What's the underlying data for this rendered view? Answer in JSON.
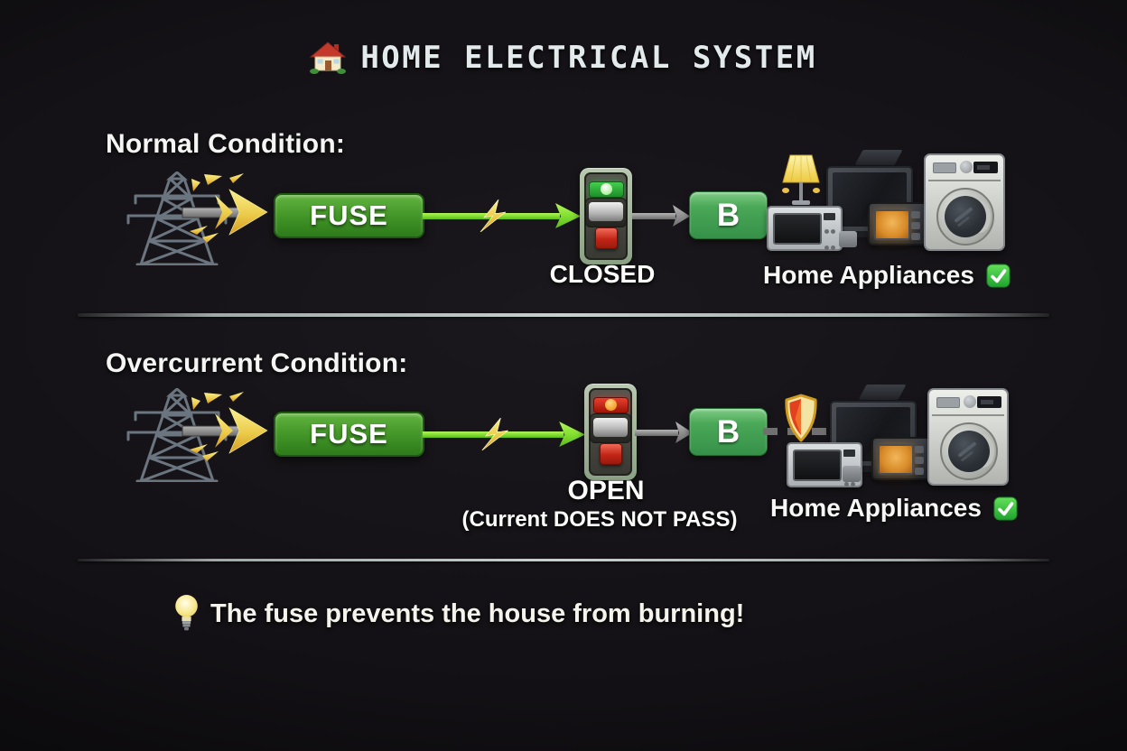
{
  "title": {
    "icon": "house-icon",
    "text": "HOME ELECTRICAL SYSTEM"
  },
  "rows": [
    {
      "heading": "Normal Condition:",
      "source_icon": "transmission-tower-icon",
      "fuse_label": "FUSE",
      "switch": {
        "state_label": "CLOSED",
        "indicator_color": "#2eb13a"
      },
      "breaker_label": "B",
      "appliances": {
        "label": "Home Appliances",
        "status_icon": "check-icon",
        "items": [
          "lamp",
          "tv",
          "set-top-box",
          "microwave",
          "toaster-oven",
          "game-console",
          "washing-machine"
        ]
      }
    },
    {
      "heading": "Overcurrent Condition:",
      "source_icon": "transmission-tower-icon",
      "fuse_label": "FUSE",
      "switch": {
        "state_label": "OPEN",
        "sub_label": "(Current DOES NOT PASS)",
        "indicator_color": "#d22a18"
      },
      "breaker_label": "B",
      "protection_icon": "shield-icon",
      "appliances": {
        "label": "Home Appliances",
        "status_icon": "check-icon",
        "items": [
          "tv",
          "set-top-box",
          "microwave",
          "toaster-oven",
          "game-console",
          "washing-machine"
        ]
      }
    }
  ],
  "footer": {
    "icon": "lightbulb-icon",
    "text": "The fuse prevents the house from burning!"
  },
  "colors": {
    "background": "#0e0d10",
    "fuse_green": "#46992a",
    "flow_green": "#7fdc33",
    "spark_gold": "#f0d84e",
    "switch_frame_sage": "#a3b69b",
    "indicator_on_green": "#2fbf3e",
    "indicator_trip_red": "#d0281a",
    "breaker_green": "#4aa858",
    "arrow_gray": "#8d8d8d",
    "text": "#f4f4f2",
    "divider": "#aab4b2",
    "check_green": "#2fbf3e"
  }
}
